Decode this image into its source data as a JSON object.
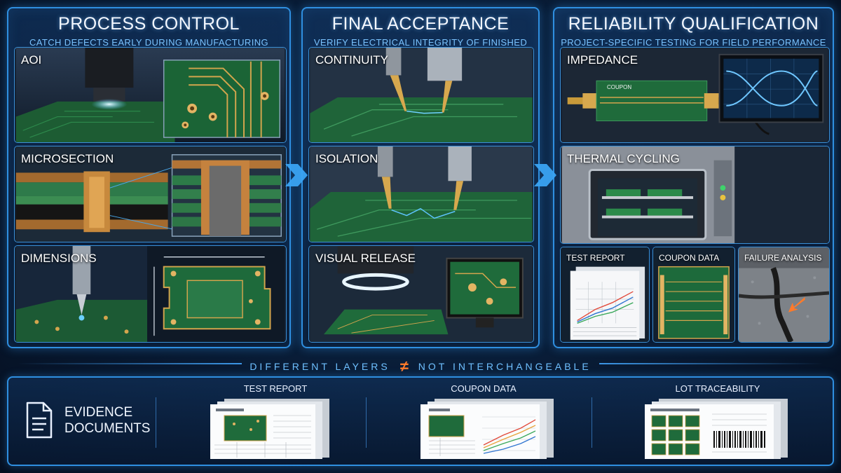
{
  "columns": [
    {
      "title": "PROCESS CONTROL",
      "subtitle": "CATCH DEFECTS EARLY DURING MANUFACTURING",
      "panels": [
        {
          "label": "AOI"
        },
        {
          "label": "MICROSECTION"
        },
        {
          "label": "DIMENSIONS"
        }
      ]
    },
    {
      "title": "FINAL ACCEPTANCE",
      "subtitle": "VERIFY ELECTRICAL INTEGRITY OF FINISHED BOARDS",
      "panels": [
        {
          "label": "CONTINUITY"
        },
        {
          "label": "ISOLATION"
        },
        {
          "label": "VISUAL RELEASE"
        }
      ]
    },
    {
      "title": "RELIABILITY QUALIFICATION",
      "subtitle": "PROJECT-SPECIFIC TESTING FOR FIELD PERFORMANCE",
      "panels": [
        {
          "label": "IMPEDANCE",
          "coupon_text": "COUPON"
        },
        {
          "label": "THERMAL CYCLING"
        },
        {
          "label": "TEST REPORT"
        },
        {
          "label": "COUPON DATA"
        },
        {
          "label": "FAILURE ANALYSIS"
        }
      ]
    }
  ],
  "divider": {
    "left_text": "DIFFERENT LAYERS",
    "symbol": "≠",
    "right_text": "NOT INTERCHANGEABLE"
  },
  "evidence": {
    "label_line1": "EVIDENCE",
    "label_line2": "DOCUMENTS",
    "groups": [
      {
        "title": "TEST REPORT"
      },
      {
        "title": "COUPON DATA"
      },
      {
        "title": "LOT TRACEABILITY"
      }
    ]
  },
  "colors": {
    "accent": "#2f8fe0",
    "subtitle": "#7ac3ff",
    "neq": "#ff7a2a",
    "board_green": "#1f6b3a",
    "copper": "#c88a3a"
  },
  "icons": [
    "chevron-right-icon",
    "document-icon",
    "snowflake-icon",
    "heat-icon",
    "cycle-arrows-icon"
  ]
}
